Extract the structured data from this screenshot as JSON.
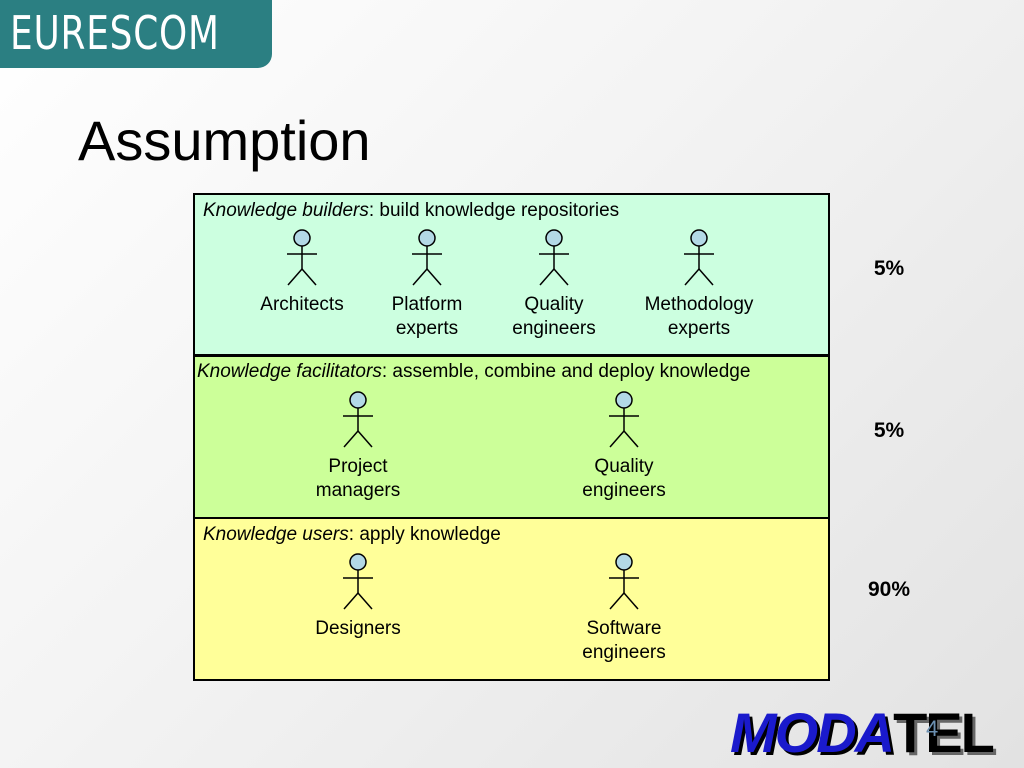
{
  "logo": {
    "text": "EURESCOM"
  },
  "title": "Assumption",
  "panels": [
    {
      "role": "Knowledge builders",
      "description": ": build knowledge repositories",
      "percentage": "5%",
      "actors": [
        "Architects",
        "Platform\nexperts",
        "Quality\nengineers",
        "Methodology\nexperts"
      ]
    },
    {
      "role": "Knowledge facilitators",
      "description": ": assemble, combine and deploy knowledge",
      "percentage": "5%",
      "actors": [
        "Project\nmanagers",
        "Quality\nengineers"
      ]
    },
    {
      "role": "Knowledge users",
      "description": ": apply knowledge",
      "percentage": "90%",
      "actors": [
        "Designers",
        "Software\nengineers"
      ]
    }
  ],
  "footer": {
    "brand_part1": "MODA",
    "brand_part2": "TEL",
    "page_number": "4"
  },
  "colors": {
    "builders_bg": "#ccffe0",
    "facilitators_bg": "#ccff99",
    "users_bg": "#ffff99",
    "actor_head": "#b3d9e6",
    "logo_bg": "#2b7f82"
  }
}
